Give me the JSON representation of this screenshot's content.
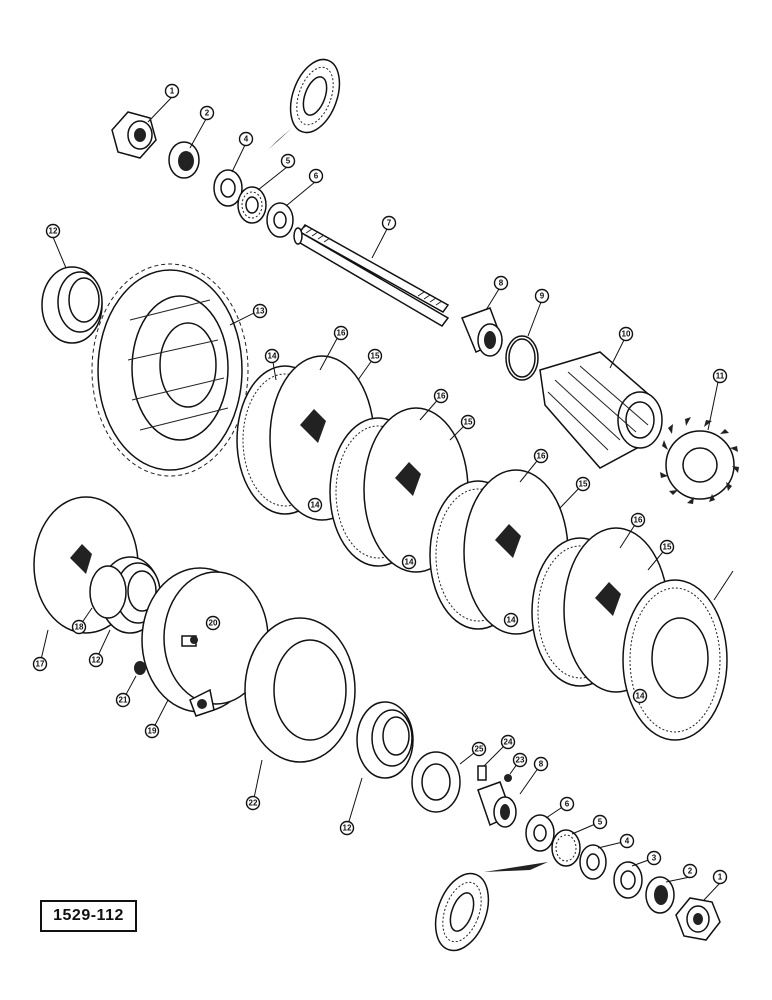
{
  "figure_code": "1529-112",
  "callouts": [
    {
      "id": "c1a",
      "label": "1"
    },
    {
      "id": "c2a",
      "label": "2"
    },
    {
      "id": "c4a",
      "label": "4"
    },
    {
      "id": "c5a",
      "label": "5"
    },
    {
      "id": "c6a",
      "label": "6"
    },
    {
      "id": "c7",
      "label": "7"
    },
    {
      "id": "c8a",
      "label": "8"
    },
    {
      "id": "c9",
      "label": "9"
    },
    {
      "id": "c10",
      "label": "10"
    },
    {
      "id": "c11",
      "label": "11"
    },
    {
      "id": "c12a",
      "label": "12"
    },
    {
      "id": "c13",
      "label": "13"
    },
    {
      "id": "c14a",
      "label": "14"
    },
    {
      "id": "c16a",
      "label": "16"
    },
    {
      "id": "c15a",
      "label": "15"
    },
    {
      "id": "c16b",
      "label": "16"
    },
    {
      "id": "c15b",
      "label": "15"
    },
    {
      "id": "c14b",
      "label": "14"
    },
    {
      "id": "c16c",
      "label": "16"
    },
    {
      "id": "c15c",
      "label": "15"
    },
    {
      "id": "c14c",
      "label": "14"
    },
    {
      "id": "c16d",
      "label": "16"
    },
    {
      "id": "c15d",
      "label": "15"
    },
    {
      "id": "c14d",
      "label": "14"
    },
    {
      "id": "c14e",
      "label": "14"
    },
    {
      "id": "c18",
      "label": "18"
    },
    {
      "id": "c17",
      "label": "17"
    },
    {
      "id": "c12b",
      "label": "12"
    },
    {
      "id": "c20",
      "label": "20"
    },
    {
      "id": "c21",
      "label": "21"
    },
    {
      "id": "c19",
      "label": "19"
    },
    {
      "id": "c22",
      "label": "22"
    },
    {
      "id": "c12c",
      "label": "12"
    },
    {
      "id": "c25",
      "label": "25"
    },
    {
      "id": "c24",
      "label": "24"
    },
    {
      "id": "c23",
      "label": "23"
    },
    {
      "id": "c8b",
      "label": "8"
    },
    {
      "id": "c6b",
      "label": "6"
    },
    {
      "id": "c5b",
      "label": "5"
    },
    {
      "id": "c4b",
      "label": "4"
    },
    {
      "id": "c3",
      "label": "3"
    },
    {
      "id": "c2b",
      "label": "2"
    },
    {
      "id": "c1b",
      "label": "1"
    }
  ]
}
